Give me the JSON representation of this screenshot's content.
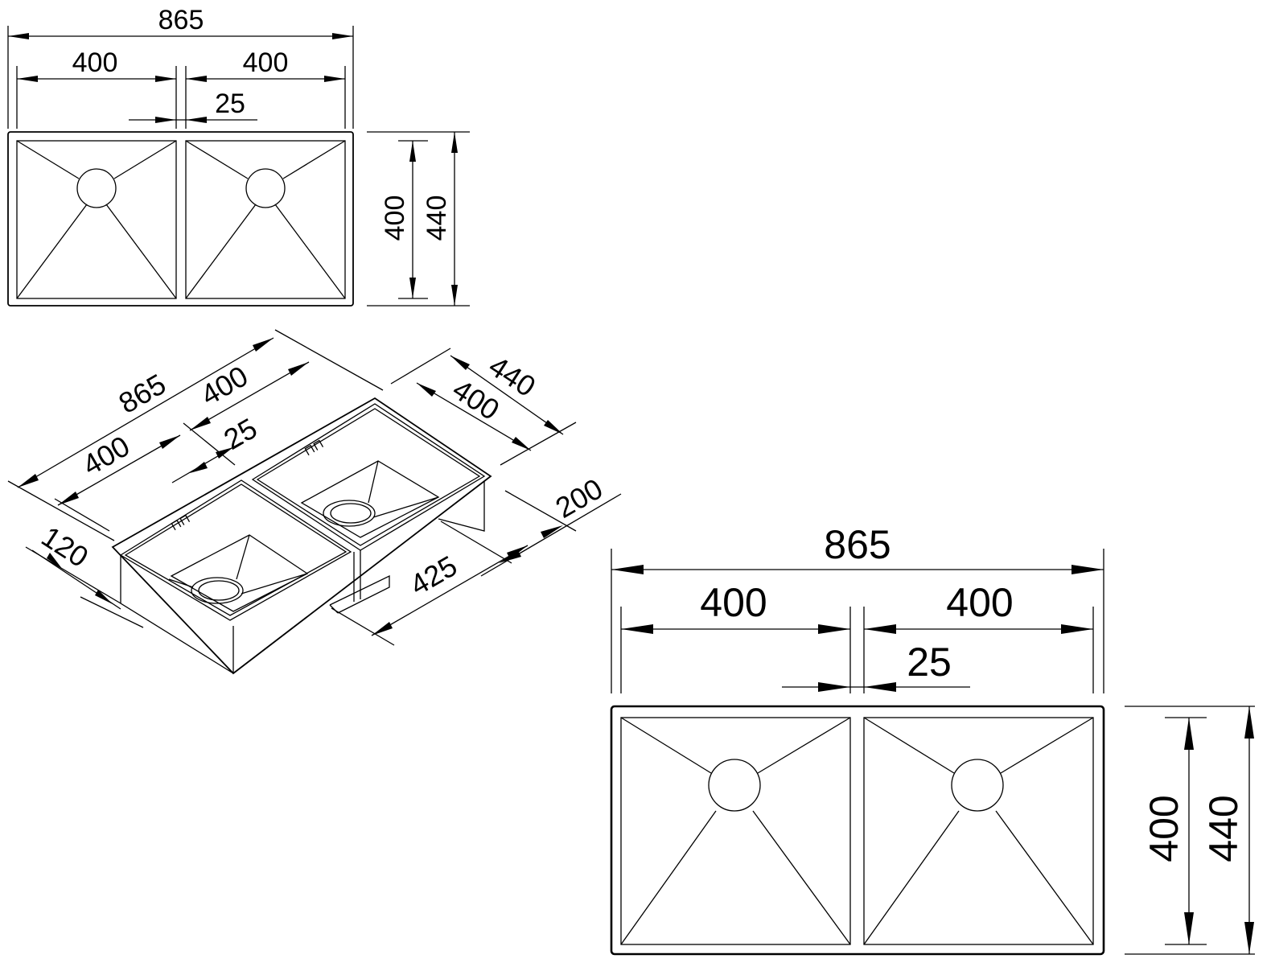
{
  "colors": {
    "line": "#000000",
    "background": "#ffffff"
  },
  "top_view_small": {
    "overall_width": "865",
    "bowl_left_width": "400",
    "bowl_right_width": "400",
    "divider_width": "25",
    "bowl_depth": "400",
    "overall_depth": "440"
  },
  "isometric_view": {
    "overall_width": "865",
    "bowl_width_a": "400",
    "bowl_width_b": "400",
    "divider_width": "25",
    "overall_depth": "440",
    "bowl_depth": "400",
    "bowl_height": "200",
    "lower_height": "120",
    "offset_length": "425"
  },
  "top_view_large": {
    "overall_width": "865",
    "bowl_left_width": "400",
    "bowl_right_width": "400",
    "divider_width": "25",
    "bowl_depth": "400",
    "overall_depth": "440"
  }
}
